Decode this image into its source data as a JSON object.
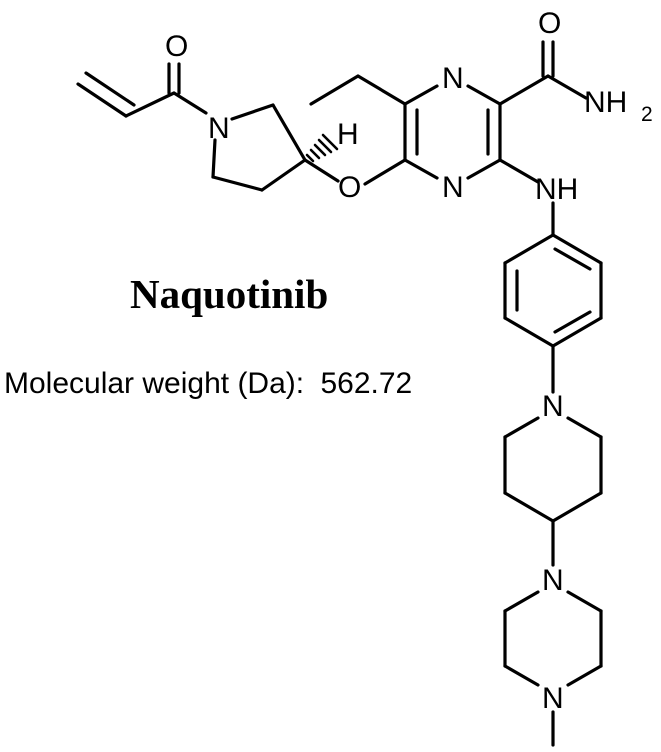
{
  "compound": {
    "name": "Naquotinib",
    "mw_label": "Molecular weight (Da):",
    "mw_value": "562.72"
  },
  "atom_labels": {
    "o_top": "O",
    "n_pyrrolidine": "N",
    "n_pyrazine_top": "N",
    "n_pyrazine_bottom": "N",
    "h_stereo": "H",
    "o_ether": "O",
    "o_amide": "O",
    "nh2_n": "NH",
    "nh2_sub": "2",
    "nh_amine": "NH",
    "n_piperidine": "N",
    "n_piperazine_top": "N",
    "n_piperazine_bottom": "N"
  }
}
